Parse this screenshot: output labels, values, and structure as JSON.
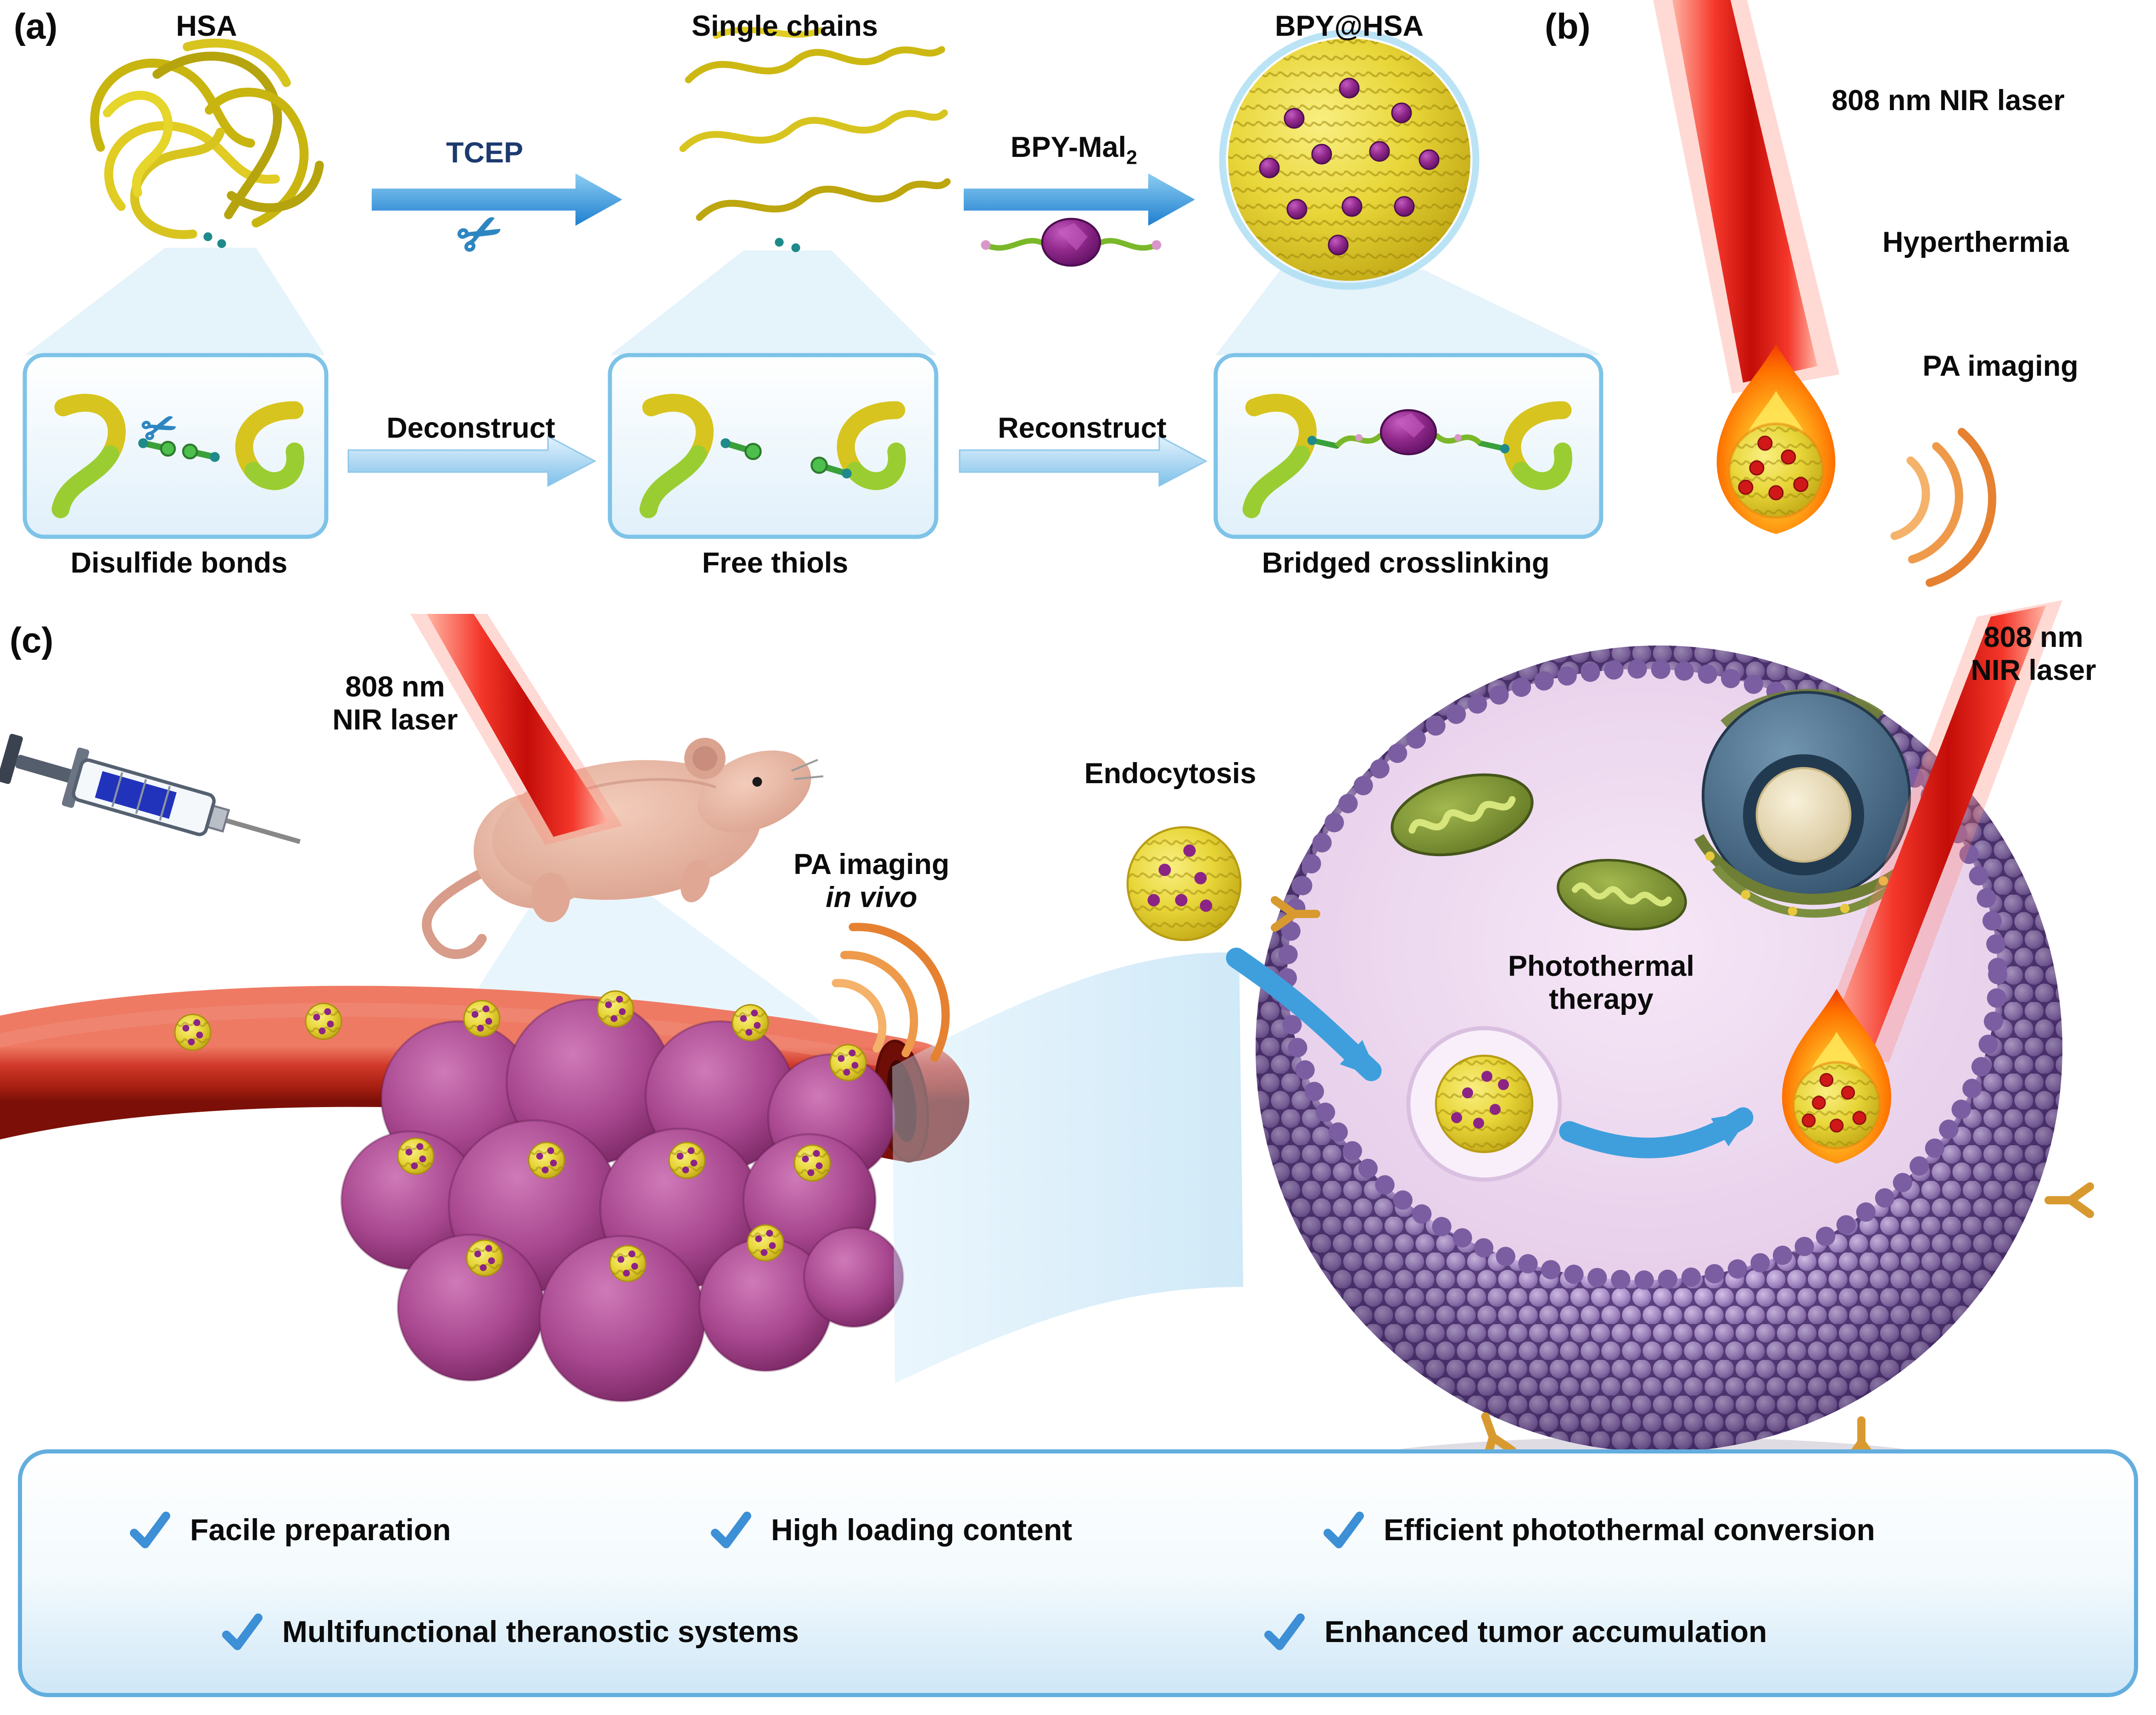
{
  "figure": {
    "panel_a": {
      "tag": "(a)",
      "hsa": "HSA",
      "tcep": "TCEP",
      "single_chains": "Single chains",
      "bpy_mal": "BPY-Mal",
      "bpy_mal_sub": "2",
      "bpy_hsa": "BPY@HSA",
      "deconstruct": "Deconstruct",
      "reconstruct": "Reconstruct",
      "disulfide": "Disulfide bonds",
      "free_thiols": "Free thiols",
      "bridged": "Bridged crosslinking"
    },
    "panel_b": {
      "tag": "(b)",
      "laser": "808 nm NIR laser",
      "hyperthermia": "Hyperthermia",
      "pa_imaging": "PA imaging"
    },
    "panel_c": {
      "tag": "(c)",
      "laser_left_line1": "808 nm",
      "laser_left_line2": "NIR laser",
      "pa_line1": "PA imaging",
      "pa_line2": "in vivo",
      "endocytosis": "Endocytosis",
      "photothermal_line1": "Photothermal",
      "photothermal_line2": "therapy",
      "laser_right_line1": "808 nm",
      "laser_right_line2": "NIR laser"
    },
    "summary": {
      "row1": [
        "Facile preparation",
        "High loading content",
        "Efficient photothermal conversion"
      ],
      "row2": [
        "Multifunctional theranostic systems",
        "Enhanced tumor accumulation"
      ]
    },
    "icons": {
      "scissors": "✂",
      "check": "✔"
    },
    "colors": {
      "arrow_blue": "#2f96dc",
      "accent_blue": "#63aede",
      "laser_red": "#e8231e",
      "protein_yellow": "#d8c41e",
      "bpy_purple": "#8c2486",
      "tumor_purple": "#a2478e",
      "cell_lavender": "#a98fc4",
      "flame_orange": "#ff8c1a",
      "check_blue": "#3d8fd6"
    }
  }
}
